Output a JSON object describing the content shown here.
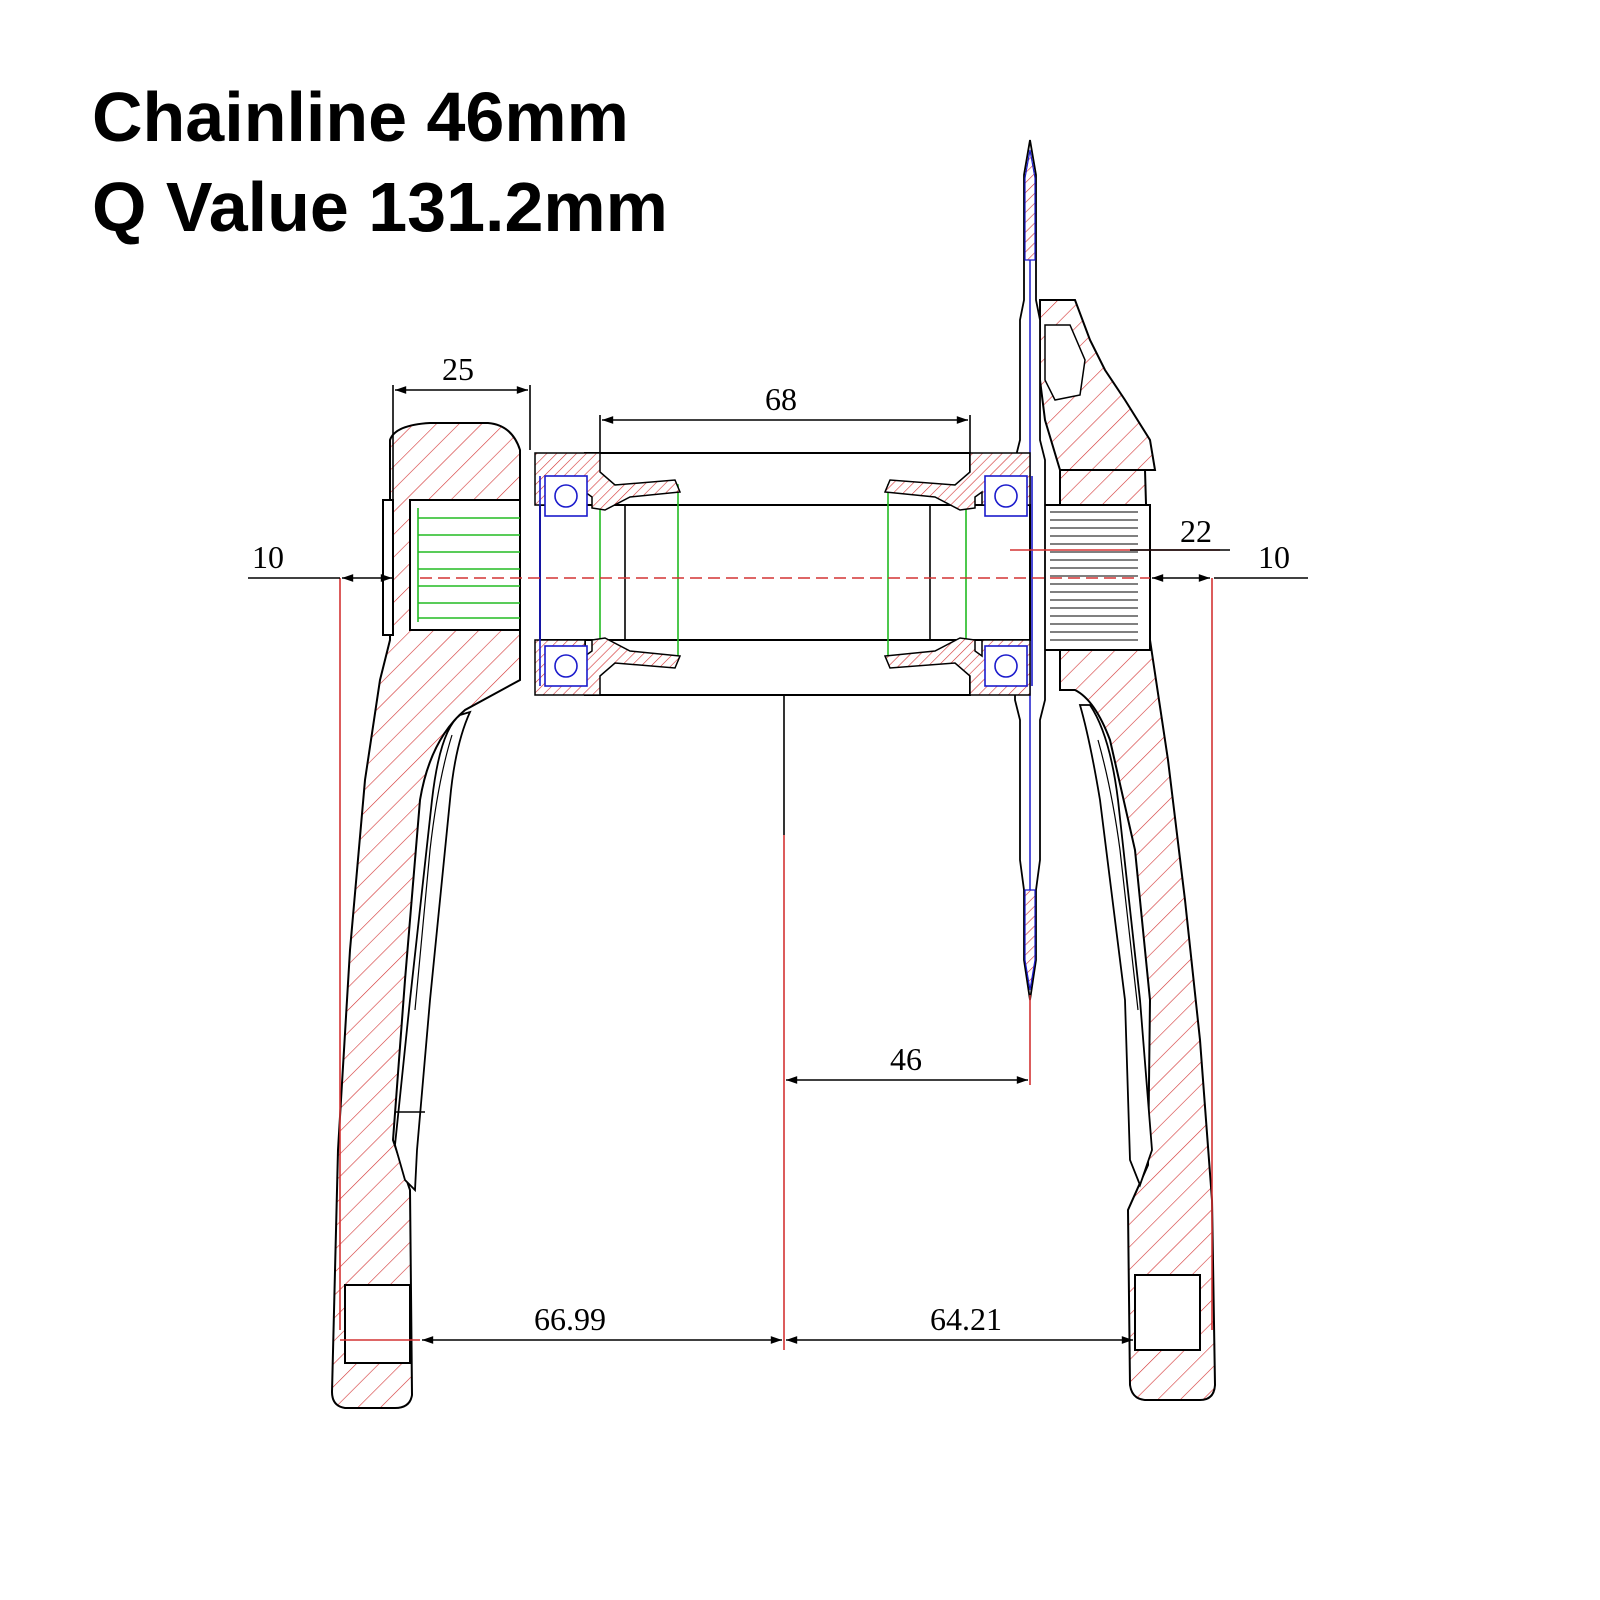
{
  "header": {
    "line1": "Chainline 46mm",
    "line2": "Q Value 131.2mm"
  },
  "dimensions": {
    "crank_spindle_length": "25",
    "shell_width": "68",
    "spline_length": "22",
    "left_offset": "10",
    "right_offset": "10",
    "chainline": "46",
    "left_q": "66.99",
    "right_q": "64.21"
  },
  "colors": {
    "outline": "#000000",
    "section_hatch": "#d33333",
    "bearing": "#1a1acc",
    "spindle_spline": "#22bb22"
  }
}
